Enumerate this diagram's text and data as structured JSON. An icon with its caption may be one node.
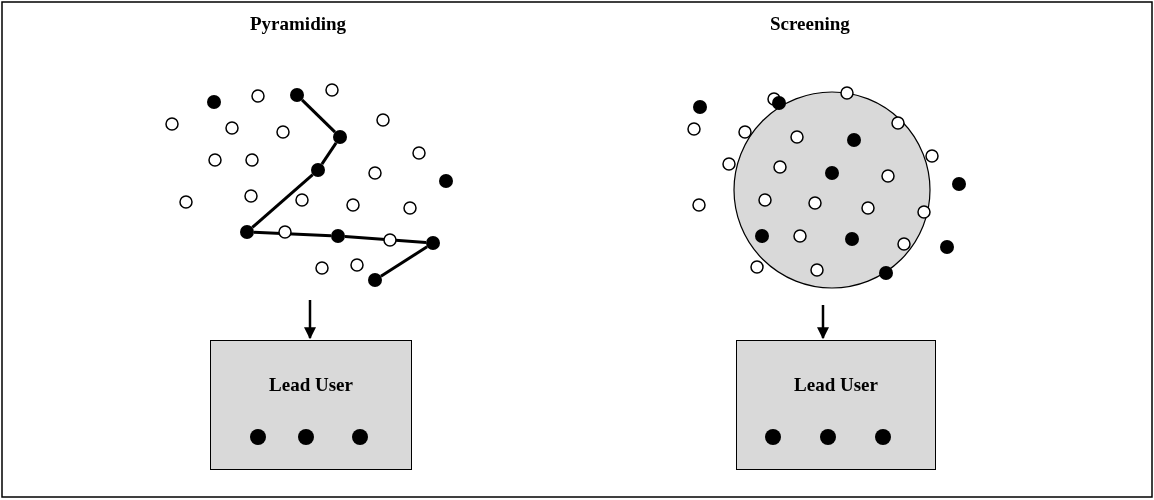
{
  "diagram": {
    "nodes": [
      {
        "text": [],
        "shape": "circle"
      },
      {
        "text": [],
        "shape": "circle"
      },
      {
        "text": [],
        "shape": "circle"
      },
      {
        "text": [],
        "shape": "circle"
      },
      {
        "text": [],
        "shape": "circle"
      },
      {
        "text": [],
        "shape": "circle"
      },
      {
        "text": [],
        "shape": "circle"
      },
      {
        "text": [
          "Lead User"
        ]
      },
      {
        "text": [
          "Lead User"
        ]
      }
    ],
    "edges": [
      {
        "from": 0,
        "to": 1,
        "arrow": "none"
      },
      {
        "from": 1,
        "to": 2,
        "arrow": "none"
      },
      {
        "from": 2,
        "to": 3,
        "arrow": "none"
      },
      {
        "from": 3,
        "to": 4,
        "arrow": "none"
      },
      {
        "from": 4,
        "to": 5,
        "arrow": "none"
      },
      {
        "from": 5,
        "to": 6,
        "arrow": "none"
      },
      {
        "from": null,
        "to": 7,
        "arrow": "to"
      },
      {
        "from": null,
        "to": 8,
        "arrow": "to"
      }
    ],
    "labels": [
      "Pyramiding",
      "Screening"
    ]
  }
}
